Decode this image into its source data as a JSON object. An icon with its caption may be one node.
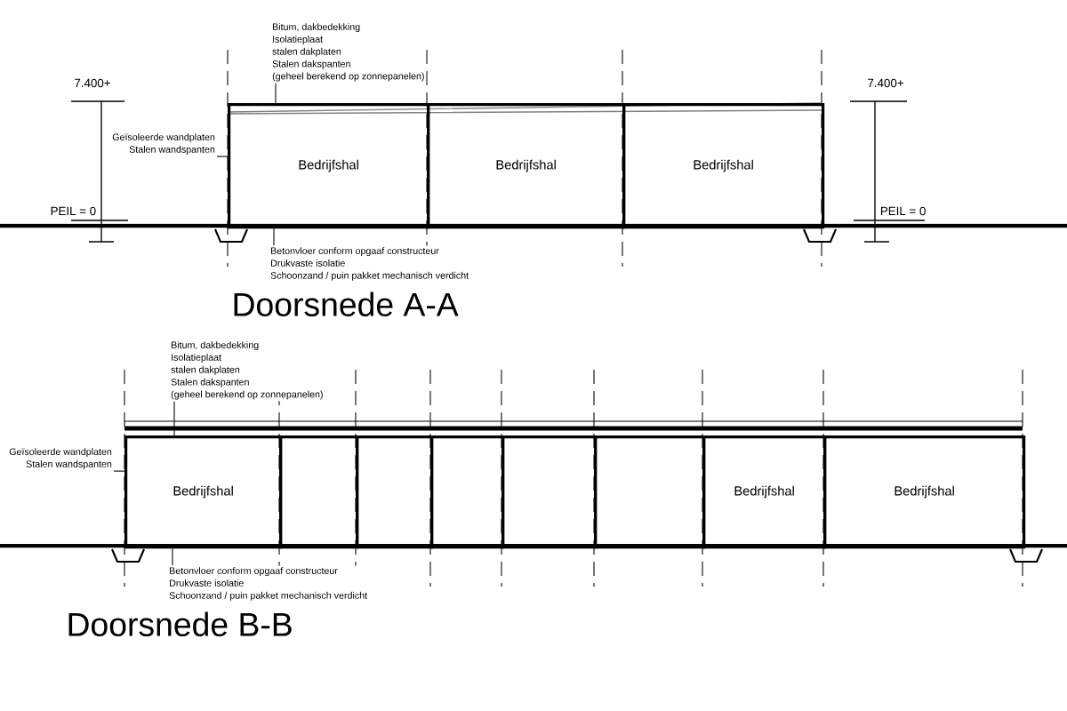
{
  "diagram": {
    "nodes": [
      {
        "text": [
          "Bitum, dakbedekking",
          "Isolatieplaat",
          "stalen dakplaten",
          "Stalen dakspanten",
          "(geheel berekend op zonnepanelen)"
        ]
      },
      {
        "text": [
          "Geïsoleerde wandplaten",
          "Stalen wandspanten"
        ]
      },
      {
        "text": [
          "Bedrijfshal"
        ]
      },
      {
        "text": [
          "Bedrijfshal"
        ]
      },
      {
        "text": [
          "Bedrijfshal"
        ]
      },
      {
        "text": [
          "Betonvloer conform opgaaf constructeur",
          "Drukvaste isolatie",
          "Schoonzand / puin pakket mechanisch verdicht"
        ]
      },
      {
        "text": [
          "Bitum, dakbedekking",
          "Isolatieplaat",
          "stalen dakplaten",
          "Stalen dakspanten",
          "(geheel berekend op zonnepanelen)"
        ]
      },
      {
        "text": [
          "Geïsoleerde wandplaten",
          "Stalen wandspanten"
        ]
      },
      {
        "text": [
          "Bedrijfshal"
        ]
      },
      {
        "text": [],
        "shape": "box"
      },
      {
        "text": [],
        "shape": "box"
      },
      {
        "text": [],
        "shape": "box"
      },
      {
        "text": [],
        "shape": "box"
      },
      {
        "text": [],
        "shape": "box"
      },
      {
        "text": [
          "Bedrijfshal"
        ]
      },
      {
        "text": [
          "Bedrijfshal"
        ]
      },
      {
        "text": [
          "Betonvloer conform opgaaf constructeur",
          "Drukvaste isolatie",
          "Schoonzand / puin pakket mechanisch verdicht"
        ]
      }
    ],
    "edges": [
      {
        "from": 0,
        "to": 2,
        "arrow": "none"
      },
      {
        "from": 1,
        "to": 2,
        "arrow": "none"
      },
      {
        "from": 5,
        "to": 2,
        "arrow": "none"
      },
      {
        "from": 6,
        "to": 8,
        "arrow": "none"
      },
      {
        "from": 7,
        "to": 8,
        "arrow": "none"
      },
      {
        "from": 16,
        "to": 8,
        "arrow": "none"
      }
    ],
    "labels": [
      "7.400+",
      "7.400+",
      "PEIL = 0",
      "PEIL = 0",
      "Doorsnede A-A",
      "Doorsnede B-B"
    ]
  }
}
